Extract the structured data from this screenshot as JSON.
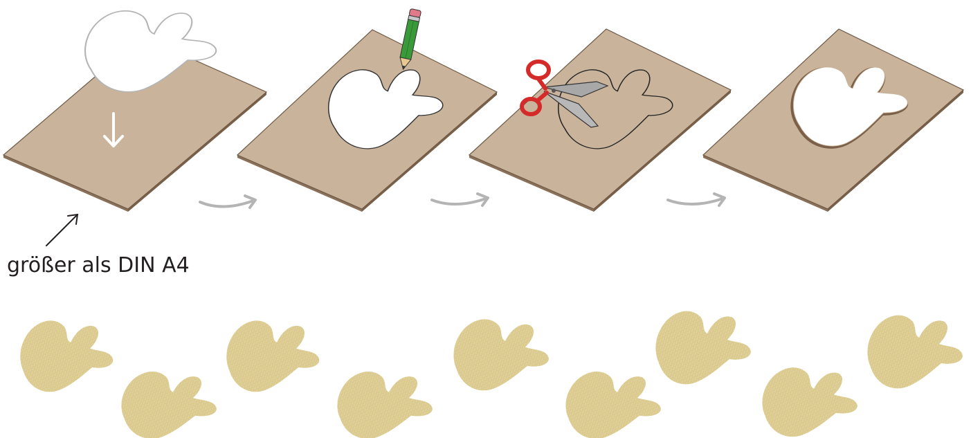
{
  "annotation": {
    "size_label": "größer als DIN A4"
  },
  "steps": [
    {
      "name": "place-template",
      "tool": "down-arrow-icon"
    },
    {
      "name": "trace-outline",
      "tool": "pencil-icon"
    },
    {
      "name": "cut-out",
      "tool": "scissors-icon"
    },
    {
      "name": "finished-stencil",
      "tool": ""
    }
  ],
  "footprint_count": 9,
  "colors": {
    "cardboard": "#c9b39a",
    "cardboard_edge": "#8a7058",
    "arrow_gray": "#b4b4b4",
    "pencil_green": "#3a9a3a",
    "scissor_red": "#d42a2a",
    "footprint_paint": "#e2d3a0"
  }
}
